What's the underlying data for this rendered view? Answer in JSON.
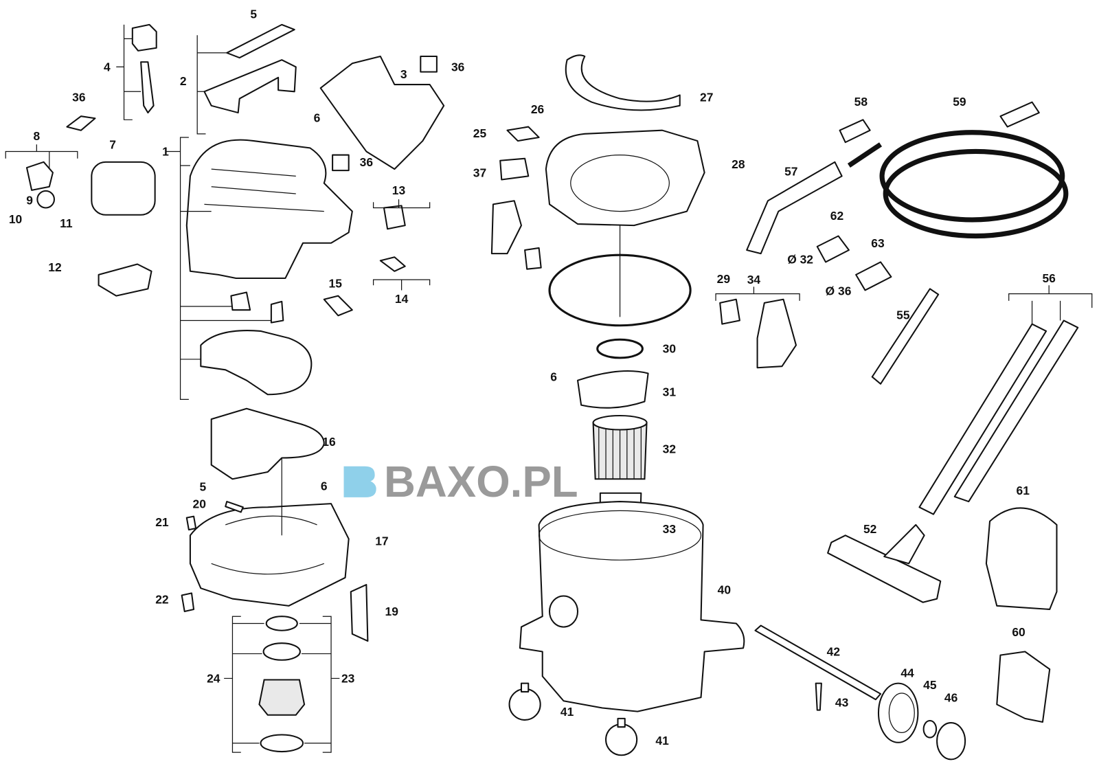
{
  "diagram": {
    "type": "exploded-parts-diagram",
    "watermark": "BAXO.PL",
    "colors": {
      "line": "#111111",
      "watermark_gray": "#9a9a9a",
      "watermark_blue": "#8fd0ea"
    },
    "labels": [
      "5",
      "4",
      "2",
      "36",
      "36",
      "3",
      "6",
      "1",
      "8",
      "7",
      "36",
      "9",
      "10",
      "11",
      "13",
      "12",
      "14",
      "15",
      "16",
      "5",
      "6",
      "20",
      "21",
      "17",
      "22",
      "19",
      "24",
      "23",
      "27",
      "26",
      "25",
      "28",
      "37",
      "29",
      "30",
      "6",
      "31",
      "32",
      "33",
      "40",
      "41",
      "41",
      "42",
      "43",
      "44",
      "45",
      "46",
      "34",
      "58",
      "59",
      "57",
      "62",
      "63",
      "Ø 32",
      "Ø 36",
      "55",
      "56",
      "61",
      "52",
      "60"
    ]
  }
}
